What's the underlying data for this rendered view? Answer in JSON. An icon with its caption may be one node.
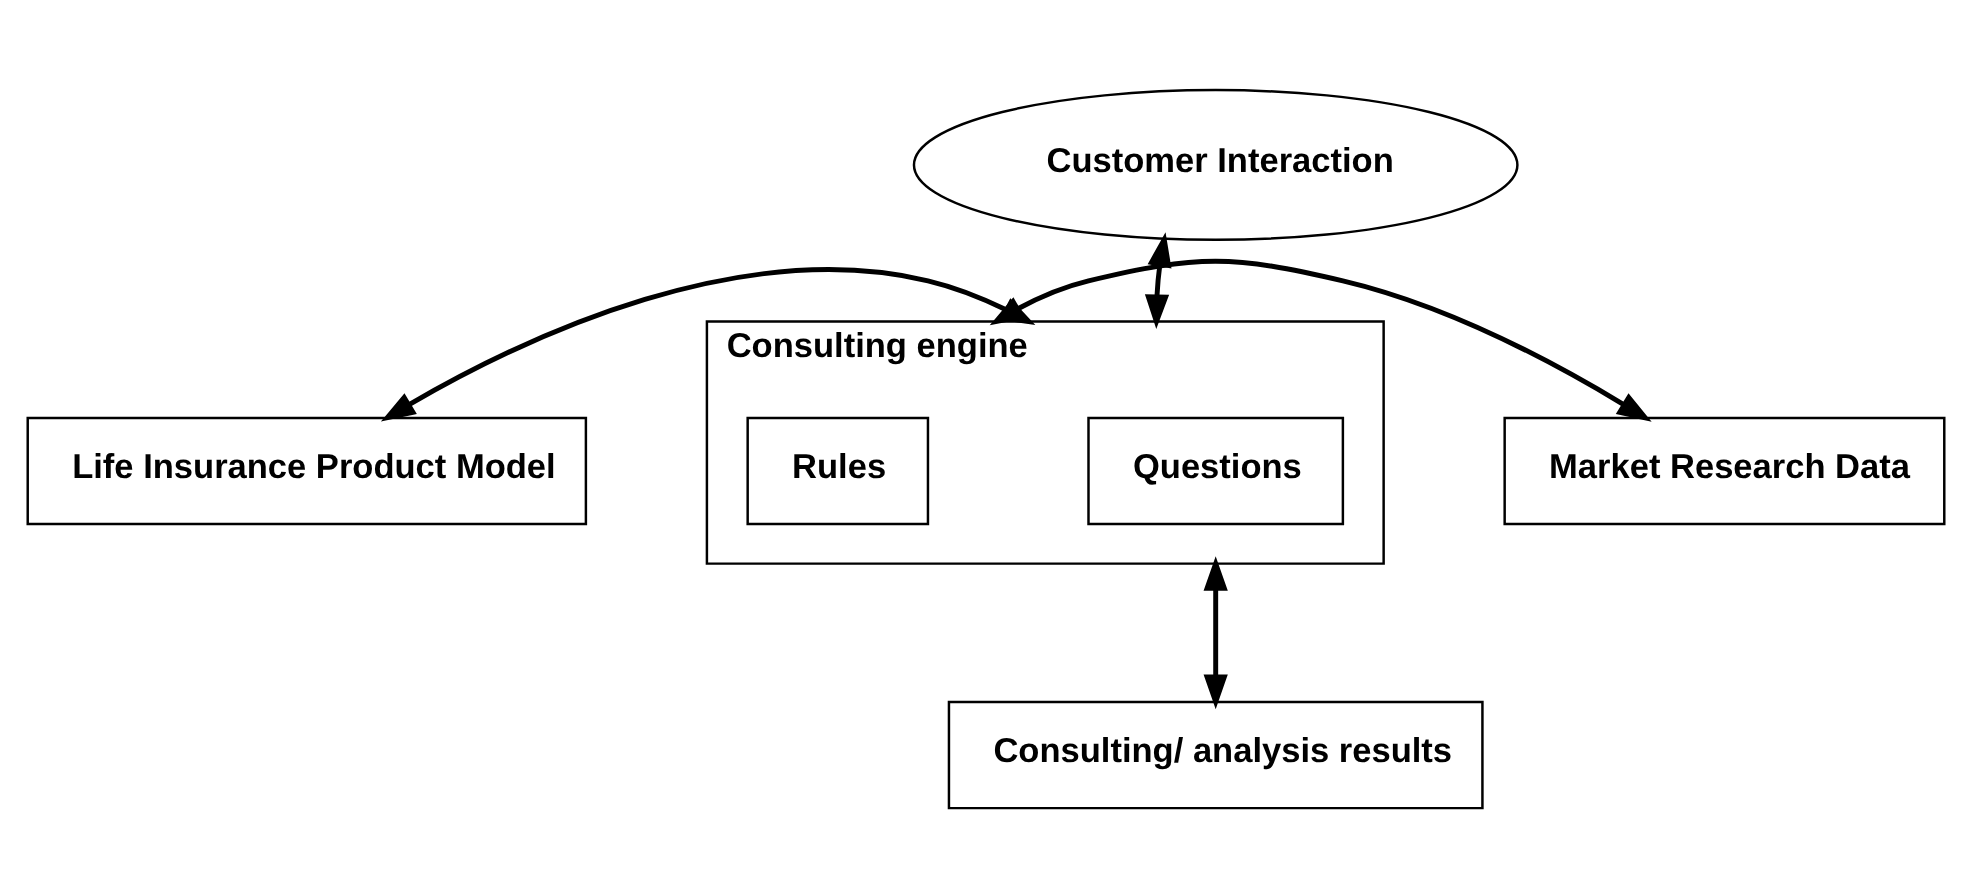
{
  "diagram": {
    "nodes": [
      {
        "text": [
          "Customer Interaction"
        ]
      },
      {
        "text": [
          "Consulting engine"
        ]
      },
      {
        "text": [
          "Questions"
        ],
        "in": 1
      },
      {
        "text": [
          "Rules"
        ],
        "in": 1
      },
      {
        "text": [
          "Life Insurance Product Model"
        ]
      },
      {
        "text": [
          "Market Research Data"
        ]
      },
      {
        "text": [
          "Consulting/ analysis results"
        ]
      }
    ],
    "edges": [
      {
        "from": 0,
        "to": 1,
        "arrow": "both"
      },
      {
        "from": 4,
        "to": 1,
        "arrow": "both"
      },
      {
        "from": 1,
        "to": 5,
        "arrow": "both"
      },
      {
        "from": 1,
        "to": 6,
        "arrow": "both"
      }
    ]
  }
}
